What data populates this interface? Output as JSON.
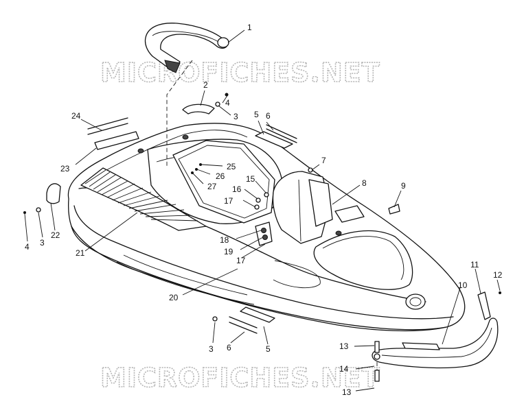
{
  "watermark": {
    "top": "MICROFICHES.NET",
    "bottom": "MICROFICHES.NET"
  },
  "callouts": [
    {
      "id": "c1",
      "label": "1"
    },
    {
      "id": "c2",
      "label": "2"
    },
    {
      "id": "c3a",
      "label": "3"
    },
    {
      "id": "c4a",
      "label": "4"
    },
    {
      "id": "c5a",
      "label": "5"
    },
    {
      "id": "c6a",
      "label": "6"
    },
    {
      "id": "c7",
      "label": "7"
    },
    {
      "id": "c8",
      "label": "8"
    },
    {
      "id": "c9",
      "label": "9"
    },
    {
      "id": "c24",
      "label": "24"
    },
    {
      "id": "c23",
      "label": "23"
    },
    {
      "id": "c25",
      "label": "25"
    },
    {
      "id": "c26",
      "label": "26"
    },
    {
      "id": "c27",
      "label": "27"
    },
    {
      "id": "c16",
      "label": "16"
    },
    {
      "id": "c15",
      "label": "15"
    },
    {
      "id": "c17a",
      "label": "17"
    },
    {
      "id": "c18",
      "label": "18"
    },
    {
      "id": "c19",
      "label": "19"
    },
    {
      "id": "c17b",
      "label": "17"
    },
    {
      "id": "c4b",
      "label": "4"
    },
    {
      "id": "c3b",
      "label": "3"
    },
    {
      "id": "c22",
      "label": "22"
    },
    {
      "id": "c21",
      "label": "21"
    },
    {
      "id": "c20",
      "label": "20"
    },
    {
      "id": "c3c",
      "label": "3"
    },
    {
      "id": "c6b",
      "label": "6"
    },
    {
      "id": "c5b",
      "label": "5"
    },
    {
      "id": "c10",
      "label": "10"
    },
    {
      "id": "c11",
      "label": "11"
    },
    {
      "id": "c12",
      "label": "12"
    },
    {
      "id": "c13a",
      "label": "13"
    },
    {
      "id": "c14",
      "label": "14"
    },
    {
      "id": "c13b",
      "label": "13"
    }
  ]
}
